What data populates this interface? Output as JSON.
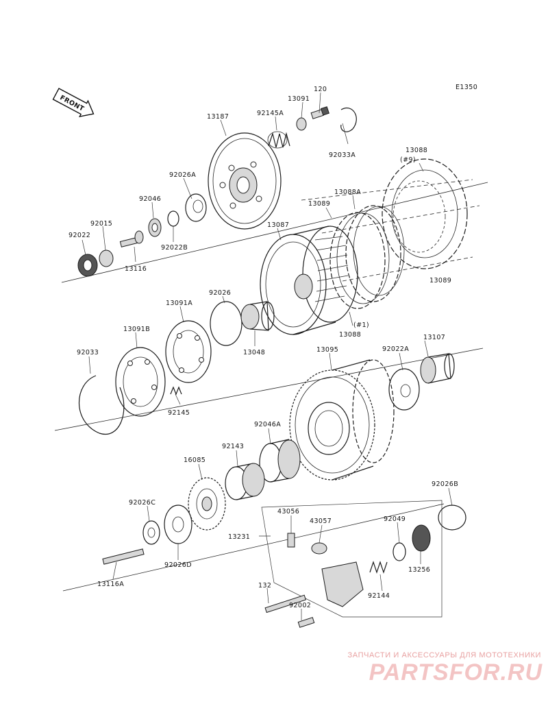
{
  "diagram": {
    "code": "E1350",
    "front_label": "FRONT",
    "part_numbers": [
      "120",
      "13091",
      "92145A",
      "13187",
      "92033A",
      "13088",
      "(#9)",
      "92026A",
      "13088A",
      "92046",
      "13089",
      "92015",
      "92022",
      "13087",
      "92022B",
      "13116",
      "92026",
      "13091A",
      "13048",
      "13089",
      "(#1)",
      "13088",
      "13091B",
      "92033",
      "13095",
      "92022A",
      "13107",
      "92145",
      "92046A",
      "92143",
      "16085",
      "92026B",
      "92026C",
      "43056",
      "43057",
      "92049",
      "13231",
      "92026D",
      "13256",
      "13116A",
      "132",
      "92144",
      "92002"
    ]
  },
  "watermark": {
    "tagline": "ЗАПЧАСТИ И АКСЕССУАРЫ ДЛЯ МОТОТЕХНИКИ",
    "logo": "PARTSFOR.RU",
    "color": "#f3c4c4"
  }
}
